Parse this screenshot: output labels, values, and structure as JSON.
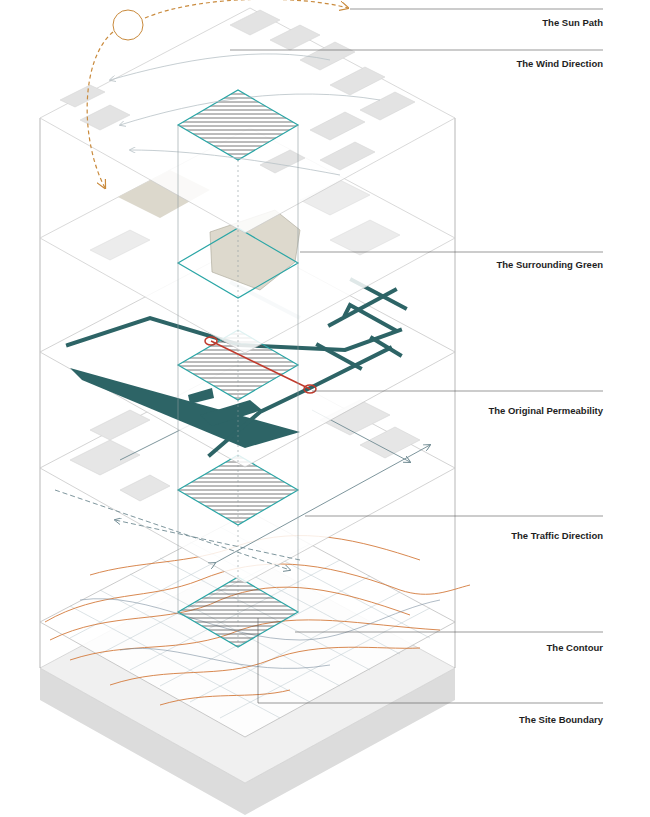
{
  "diagram": {
    "labels": [
      "The Sun Path",
      "The Wind Direction",
      "The Surrounding Green",
      "The Original Permeability",
      "The Traffic Direction",
      "The Contour",
      "The Site Boundary"
    ]
  }
}
